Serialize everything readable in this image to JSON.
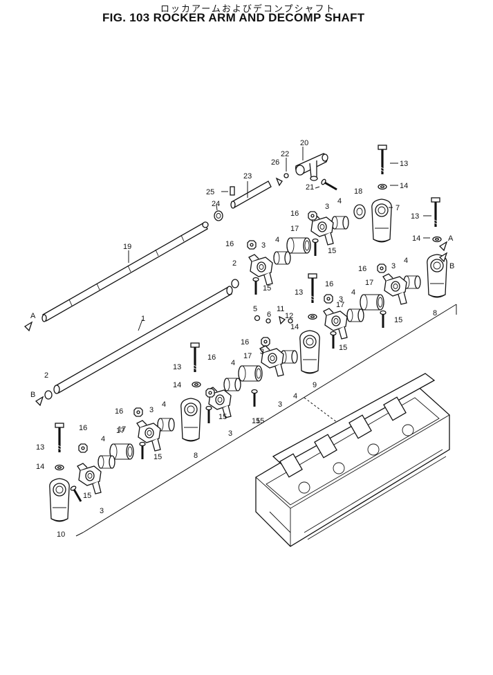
{
  "header": {
    "title_jp": "ロッカアームおよびデコンプシャフト",
    "title_en": "FIG. 103 ROCKER ARM AND DECOMP SHAFT"
  },
  "callouts": [
    {
      "id": "c-20",
      "label": "20"
    },
    {
      "id": "c-22",
      "label": "22"
    },
    {
      "id": "c-26",
      "label": "26"
    },
    {
      "id": "c-21",
      "label": "21"
    },
    {
      "id": "c-23",
      "label": "23"
    },
    {
      "id": "c-25",
      "label": "25"
    },
    {
      "id": "c-24",
      "label": "24"
    },
    {
      "id": "c-19",
      "label": "19"
    },
    {
      "id": "c-1",
      "label": "1"
    },
    {
      "id": "c-2a",
      "label": "2"
    },
    {
      "id": "c-2b",
      "label": "2"
    },
    {
      "id": "c-13a",
      "label": "13"
    },
    {
      "id": "c-14a",
      "label": "14"
    },
    {
      "id": "c-18",
      "label": "18"
    },
    {
      "id": "c-7",
      "label": "7"
    },
    {
      "id": "c-13b",
      "label": "13"
    },
    {
      "id": "c-14b",
      "label": "14"
    },
    {
      "id": "c-16a",
      "label": "16"
    },
    {
      "id": "c-3a",
      "label": "3"
    },
    {
      "id": "c-4a",
      "label": "4"
    },
    {
      "id": "c-17a",
      "label": "17"
    },
    {
      "id": "c-15a",
      "label": "15"
    },
    {
      "id": "c-16b",
      "label": "16"
    },
    {
      "id": "c-3b",
      "label": "3"
    },
    {
      "id": "c-4b",
      "label": "4"
    },
    {
      "id": "c-15b",
      "label": "15"
    },
    {
      "id": "c-16c",
      "label": "16"
    },
    {
      "id": "c-3c",
      "label": "3"
    },
    {
      "id": "c-4c",
      "label": "4"
    },
    {
      "id": "c-17b",
      "label": "17"
    },
    {
      "id": "c-15c",
      "label": "15"
    },
    {
      "id": "c-8a",
      "label": "8"
    },
    {
      "id": "c-13c",
      "label": "13"
    },
    {
      "id": "c-16d",
      "label": "16"
    },
    {
      "id": "c-3d",
      "label": "3"
    },
    {
      "id": "c-4d",
      "label": "4"
    },
    {
      "id": "c-17c",
      "label": "17"
    },
    {
      "id": "c-15d",
      "label": "15"
    },
    {
      "id": "c-5",
      "label": "5"
    },
    {
      "id": "c-6",
      "label": "6"
    },
    {
      "id": "c-11",
      "label": "11"
    },
    {
      "id": "c-12",
      "label": "12"
    },
    {
      "id": "c-14c",
      "label": "14"
    },
    {
      "id": "c-16e",
      "label": "16"
    },
    {
      "id": "c-3e",
      "label": "3"
    },
    {
      "id": "c-4e",
      "label": "4"
    },
    {
      "id": "c-9",
      "label": "9"
    },
    {
      "id": "c-15e",
      "label": "15"
    },
    {
      "id": "c-3f",
      "label": "3"
    },
    {
      "id": "c-13d",
      "label": "13"
    },
    {
      "id": "c-16f",
      "label": "16"
    },
    {
      "id": "c-4f",
      "label": "4"
    },
    {
      "id": "c-17d",
      "label": "17"
    },
    {
      "id": "c-14d",
      "label": "14"
    },
    {
      "id": "c-15f",
      "label": "15"
    },
    {
      "id": "c-15g",
      "label": "15"
    },
    {
      "id": "c-8b",
      "label": "8"
    },
    {
      "id": "c-3g",
      "label": "3"
    },
    {
      "id": "c-16g",
      "label": "16"
    },
    {
      "id": "c-3h",
      "label": "3"
    },
    {
      "id": "c-4g",
      "label": "4"
    },
    {
      "id": "c-17e",
      "label": "17"
    },
    {
      "id": "c-15h",
      "label": "15"
    },
    {
      "id": "c-13e",
      "label": "13"
    },
    {
      "id": "c-16h",
      "label": "16"
    },
    {
      "id": "c-4h",
      "label": "4"
    },
    {
      "id": "c-17f",
      "label": "17"
    },
    {
      "id": "c-14e",
      "label": "14"
    },
    {
      "id": "c-15i",
      "label": "15"
    },
    {
      "id": "c-3i",
      "label": "3"
    },
    {
      "id": "c-10",
      "label": "10"
    }
  ],
  "refs": [
    {
      "id": "ref-a1",
      "label": "A"
    },
    {
      "id": "ref-b1",
      "label": "B"
    },
    {
      "id": "ref-a2",
      "label": "A"
    },
    {
      "id": "ref-b2",
      "label": "B"
    }
  ]
}
